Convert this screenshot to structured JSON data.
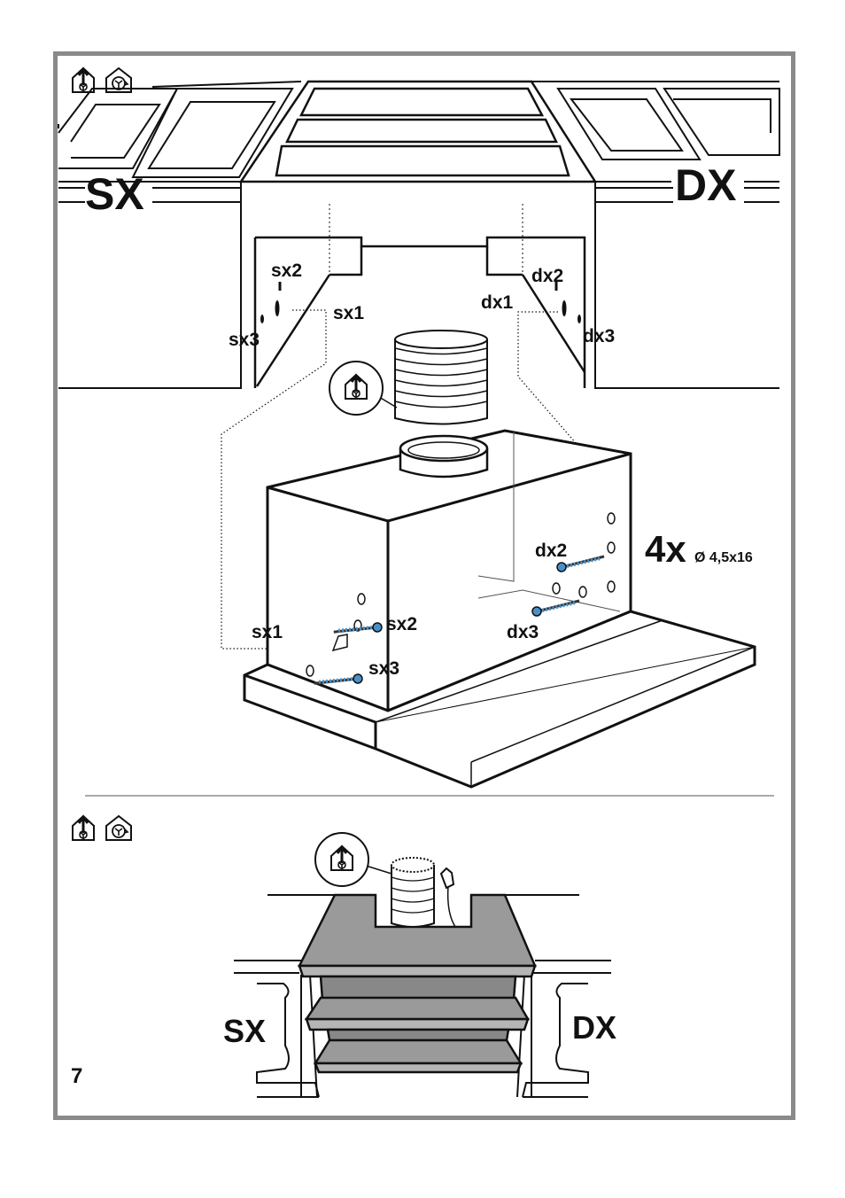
{
  "top_panel": {
    "left_side": "SX",
    "right_side": "DX",
    "upper_labels": {
      "sx1": "sx1",
      "sx2": "sx2",
      "sx3": "sx3",
      "dx1": "dx1",
      "dx2": "dx2",
      "dx3": "dx3"
    },
    "screw_labels": {
      "sx1": "sx1",
      "sx2": "sx2",
      "sx3": "sx3",
      "dx2": "dx2",
      "dx3": "dx3"
    },
    "screw_count": "4x",
    "screw_spec": "Ø 4,5x16",
    "icons": [
      "ducted-mode-icon",
      "recirculation-mode-icon",
      "ducted-mode-icon"
    ]
  },
  "bottom_panel": {
    "left_side": "SX",
    "right_side": "DX",
    "icons": [
      "ducted-mode-icon",
      "recirculation-mode-icon",
      "ducted-mode-icon",
      "power-plug-icon"
    ]
  },
  "page_number": "7",
  "colors": {
    "frame": "#8a8a8a",
    "screw": "#4a90c8",
    "panel_gray": "#9a9a9a",
    "line": "#111111"
  }
}
